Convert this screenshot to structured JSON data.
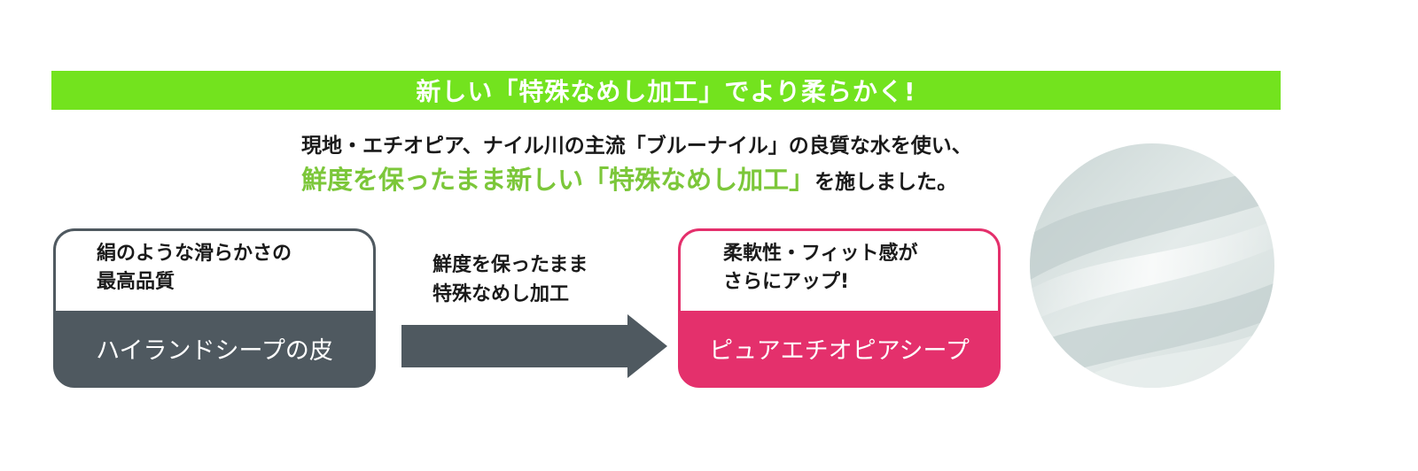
{
  "banner": {
    "text": "新しい「特殊なめし加工」でより柔らかく!",
    "color": "#73e31e"
  },
  "lead": {
    "line1": "現地・エチオピア、ナイル川の主流「ブルーナイル」の良質な水を使い、",
    "line2_highlight": "鮮度を保ったまま新しい「特殊なめし加工」",
    "line2_tail": "を施しました。",
    "highlight_color": "#7cc73a"
  },
  "before_card": {
    "line1": "絹のような滑らかさの",
    "line2": "最高品質",
    "label": "ハイランドシープの皮",
    "color": "#4f5960"
  },
  "arrow": {
    "line1": "鮮度を保ったまま",
    "line2": "特殊なめし加工",
    "color": "#4f5960"
  },
  "after_card": {
    "line1": "柔軟性・フィット感が",
    "line2": "さらにアップ!",
    "label": "ピュアエチオピアシープ",
    "color": "#e4306c"
  },
  "fabric_image": {
    "color": "#dbe3e2"
  }
}
